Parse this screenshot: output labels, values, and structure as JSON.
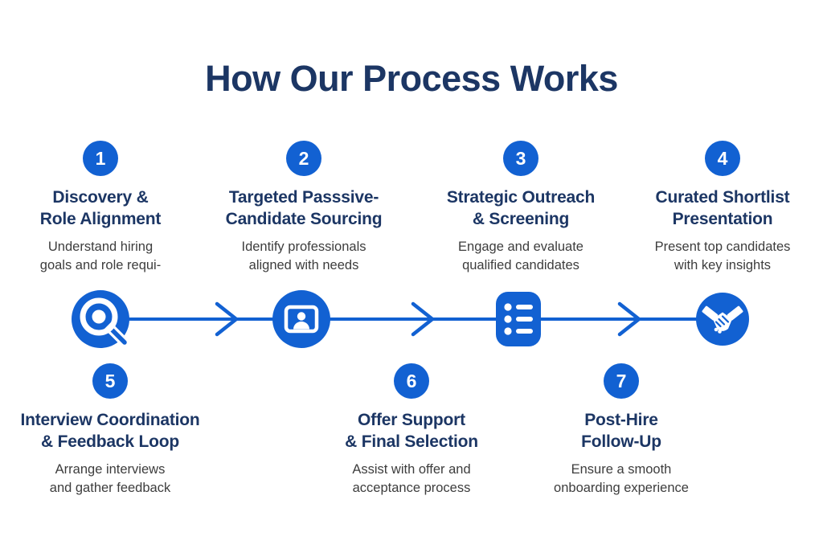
{
  "title": "How Our Process Works",
  "colors": {
    "primary_blue": "#1261D2",
    "heading_navy": "#1C3664",
    "body_text": "#3D3D3D",
    "background": "#FFFFFF"
  },
  "timeline": {
    "icons": [
      "magnifying-glass",
      "id-card",
      "checklist",
      "handshake"
    ],
    "arrow_count": 3
  },
  "steps": [
    {
      "number": "1",
      "title": "Discovery &\nRole Alignment",
      "description": "Understand hiring\ngoals and role requi-"
    },
    {
      "number": "2",
      "title": "Targeted Passsive-\nCandidate Sourcing",
      "description": "Identify professionals\naligned with needs"
    },
    {
      "number": "3",
      "title": "Strategic Outreach\n& Screening",
      "description": "Engage and evaluate\nqualified candidates"
    },
    {
      "number": "4",
      "title": "Curated Shortlist\nPresentation",
      "description": "Present top candidates\nwith key insights"
    },
    {
      "number": "5",
      "title": "Interview Coordination\n& Feedback Loop",
      "description": "Arrange interviews\nand gather feedback"
    },
    {
      "number": "6",
      "title": "Offer Support\n& Final Selection",
      "description": "Assist with offer and\nacceptance process"
    },
    {
      "number": "7",
      "title": "Post-Hire\nFollow-Up",
      "description": "Ensure a smooth\nonboarding experience"
    }
  ]
}
